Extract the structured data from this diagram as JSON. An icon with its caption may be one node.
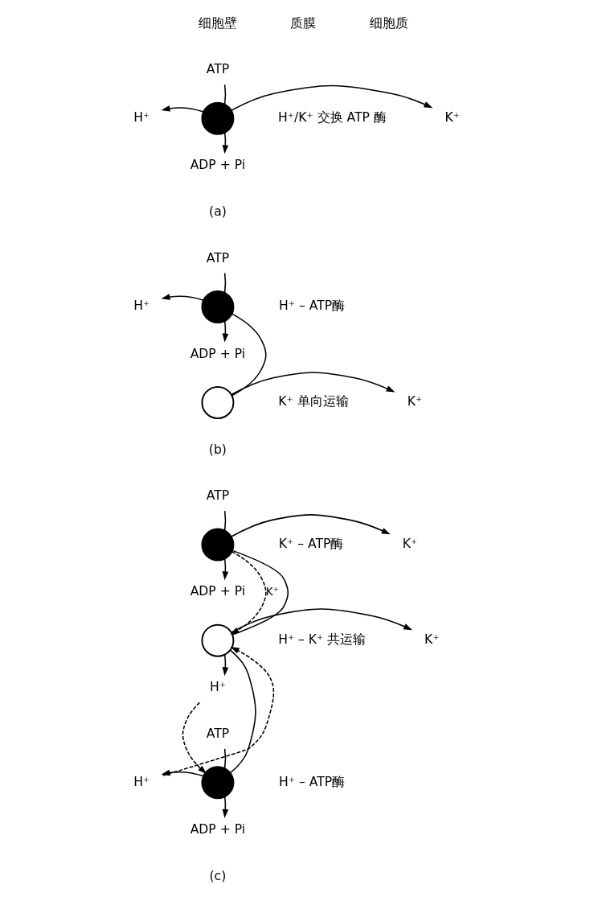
{
  "diagram": {
    "nodes": [
      {
        "text": [],
        "shape": "circle",
        "beside": [
          "H⁺/K⁺ 交换 ATP 酶"
        ]
      },
      {
        "text": [
          "ATP"
        ]
      },
      {
        "text": [
          "ADP + Pi"
        ]
      },
      {
        "text": [
          "H⁺"
        ]
      },
      {
        "text": [
          "K⁺"
        ]
      },
      {
        "text": [],
        "shape": "circle",
        "beside": [
          "H⁺ – ATP酶"
        ]
      },
      {
        "text": [
          "ATP"
        ]
      },
      {
        "text": [
          "ADP + Pi"
        ]
      },
      {
        "text": [
          "H⁺"
        ]
      },
      {
        "text": [],
        "shape": "circle",
        "beside": [
          "K⁺ 单向运输"
        ]
      },
      {
        "text": [
          "K⁺"
        ]
      },
      {
        "text": [],
        "shape": "circle",
        "beside": [
          "K⁺ – ATP酶"
        ]
      },
      {
        "text": [
          "ATP"
        ]
      },
      {
        "text": [
          "ADP + Pi"
        ]
      },
      {
        "text": [
          "K⁺"
        ]
      },
      {
        "text": [],
        "shape": "circle",
        "beside": [
          "H⁺ – K⁺ 共运输"
        ]
      },
      {
        "text": [
          "K⁺"
        ]
      },
      {
        "text": [
          "H⁺"
        ]
      },
      {
        "text": [],
        "shape": "circle",
        "beside": [
          "H⁺ – ATP酶"
        ]
      },
      {
        "text": [
          "ATP"
        ]
      },
      {
        "text": [
          "ADP + Pi"
        ]
      },
      {
        "text": [
          "H⁺"
        ]
      }
    ],
    "edges": [
      {
        "from": 1,
        "to": 0,
        "arrow": "none"
      },
      {
        "from": 0,
        "to": 3,
        "arrow": "to"
      },
      {
        "from": 0,
        "to": 4,
        "arrow": "to"
      },
      {
        "from": 0,
        "to": 2,
        "arrow": "to"
      },
      {
        "from": 6,
        "to": 5,
        "arrow": "none"
      },
      {
        "from": 5,
        "to": 8,
        "arrow": "to"
      },
      {
        "from": 5,
        "to": 7,
        "arrow": "to"
      },
      {
        "from": 5,
        "to": 9,
        "arrow": "none"
      },
      {
        "from": 9,
        "to": 10,
        "arrow": "to"
      },
      {
        "from": 12,
        "to": 11,
        "arrow": "none"
      },
      {
        "from": 11,
        "to": 14,
        "arrow": "to"
      },
      {
        "from": 11,
        "to": 13,
        "arrow": "to"
      },
      {
        "from": 11,
        "to": 15,
        "arrow": "to",
        "style": "dashed",
        "label": "K⁺"
      },
      {
        "from": 11,
        "to": 15,
        "arrow": "none"
      },
      {
        "from": 15,
        "to": 16,
        "arrow": "to"
      },
      {
        "from": 15,
        "to": 17,
        "arrow": "to"
      },
      {
        "from": 17,
        "to": 18,
        "arrow": "to",
        "style": "dashed"
      },
      {
        "from": 21,
        "to": 15,
        "arrow": "to",
        "style": "dashed"
      },
      {
        "from": 15,
        "to": 18,
        "arrow": "none"
      },
      {
        "from": 19,
        "to": 18,
        "arrow": "none"
      },
      {
        "from": 18,
        "to": 21,
        "arrow": "to"
      },
      {
        "from": 18,
        "to": 20,
        "arrow": "to"
      }
    ],
    "labels": [
      "细胞壁",
      "质膜",
      "细胞质",
      "(a)",
      "(b)",
      "(c)"
    ]
  }
}
